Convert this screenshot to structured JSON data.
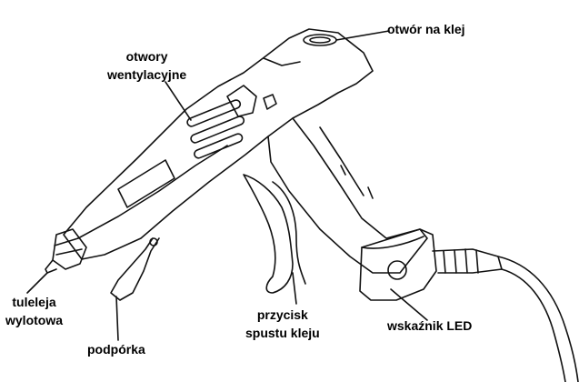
{
  "labels": {
    "glue_opening": "otwór na klej",
    "vents": [
      "otwory",
      "wentylacyjne"
    ],
    "nozzle": [
      "tuleleja",
      "wylotowa"
    ],
    "stand": "podpórka",
    "trigger": [
      "przycisk",
      "spustu kleju"
    ],
    "led": "wskaźnik LED"
  }
}
